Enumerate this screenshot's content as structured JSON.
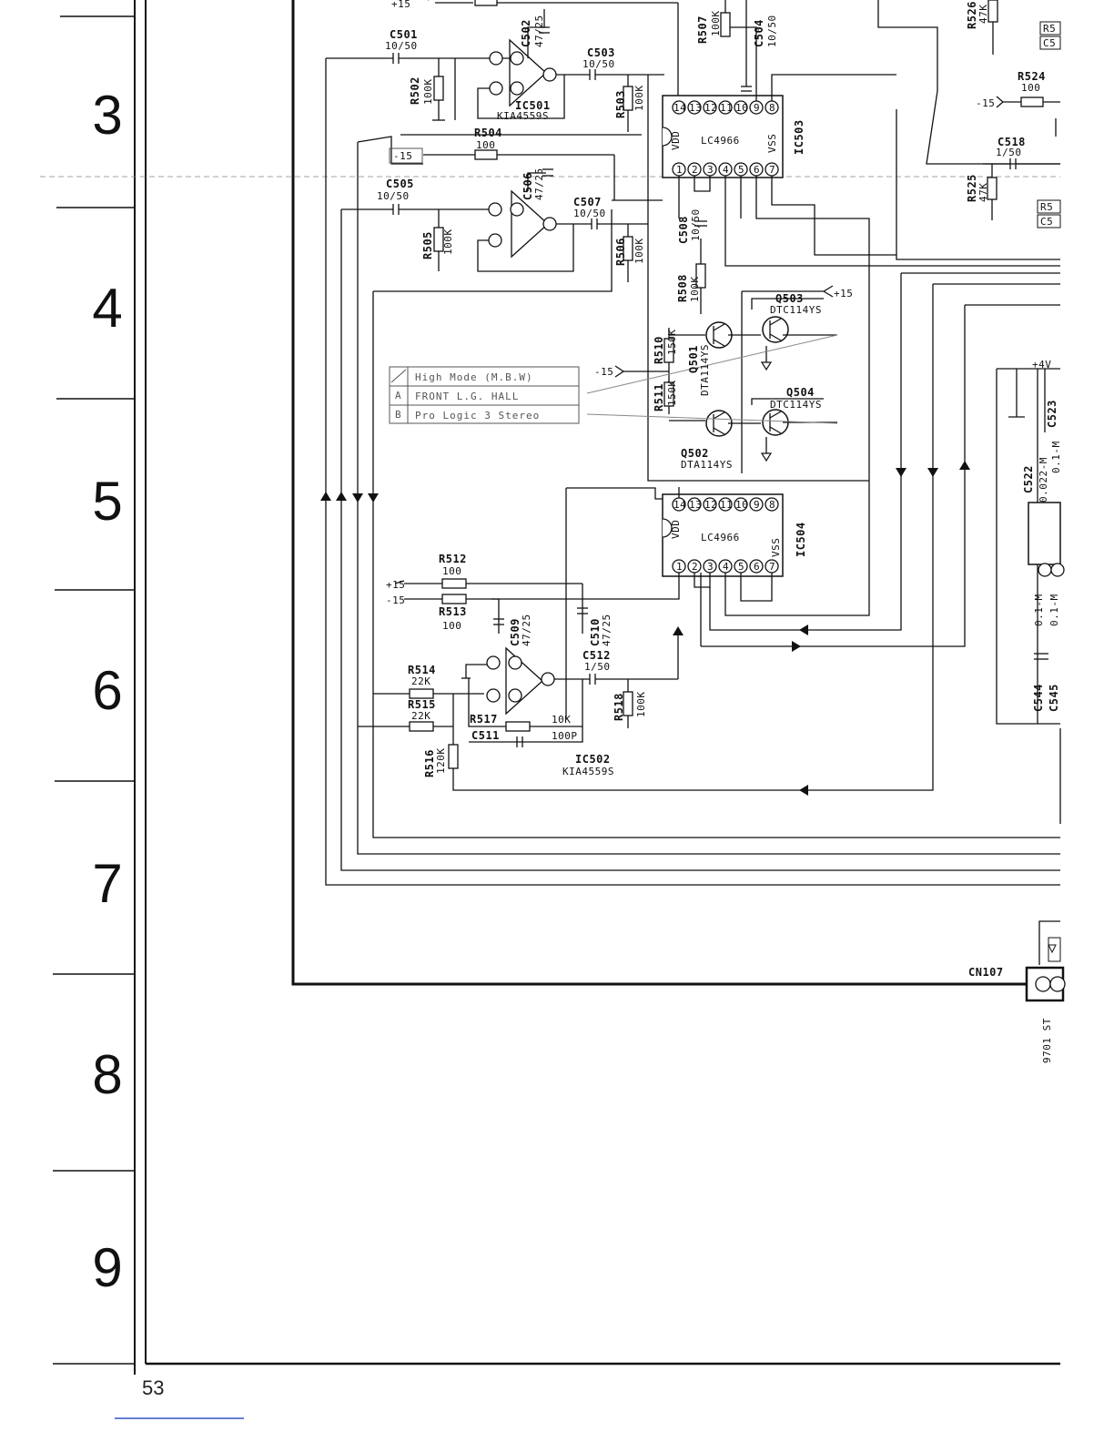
{
  "page_number": "53",
  "row_labels": [
    "3",
    "4",
    "5",
    "6",
    "7",
    "8",
    "9"
  ],
  "components": {
    "C501": {
      "ref": "C501",
      "value": "10/50"
    },
    "C502": {
      "ref": "C502",
      "value": "47/25"
    },
    "C503": {
      "ref": "C503",
      "value": "10/50"
    },
    "C504": {
      "ref": "C504",
      "value": "10/50"
    },
    "C505": {
      "ref": "C505",
      "value": "10/50"
    },
    "C506": {
      "ref": "C506",
      "value": "47/25"
    },
    "C507": {
      "ref": "C507",
      "value": "10/50"
    },
    "C508": {
      "ref": "C508",
      "value": "10/50"
    },
    "C509": {
      "ref": "C509",
      "value": "47/25"
    },
    "C510": {
      "ref": "C510",
      "value": "47/25"
    },
    "C511": {
      "ref": "C511",
      "value": "100P"
    },
    "C512": {
      "ref": "C512",
      "value": "1/50"
    },
    "C518": {
      "ref": "C518",
      "value": "1/50"
    },
    "C522": {
      "ref": "C522",
      "value": "0.022-M"
    },
    "C523": {
      "ref": "C523",
      "value": "0.1-M"
    },
    "C544": {
      "ref": "C544",
      "value": "0.1-M"
    },
    "C545": {
      "ref": "C545",
      "value": "0.1-M"
    },
    "R502": {
      "ref": "R502",
      "value": "100K"
    },
    "R503": {
      "ref": "R503",
      "value": "100K"
    },
    "R504": {
      "ref": "R504",
      "value": "100"
    },
    "R505": {
      "ref": "R505",
      "value": "100K"
    },
    "R506": {
      "ref": "R506",
      "value": "100K"
    },
    "R507": {
      "ref": "R507",
      "value": "100K"
    },
    "R508": {
      "ref": "R508",
      "value": "100K"
    },
    "R510": {
      "ref": "R510",
      "value": "150K"
    },
    "R511": {
      "ref": "R511",
      "value": "150K"
    },
    "R512": {
      "ref": "R512",
      "value": "100"
    },
    "R513": {
      "ref": "R513",
      "value": "100"
    },
    "R514": {
      "ref": "R514",
      "value": "22K"
    },
    "R515": {
      "ref": "R515",
      "value": "22K"
    },
    "R516": {
      "ref": "R516",
      "value": "120K"
    },
    "R517": {
      "ref": "R517",
      "value": "10K"
    },
    "R518": {
      "ref": "R518",
      "value": "100K"
    },
    "R524": {
      "ref": "R524",
      "value": "100"
    },
    "R525": {
      "ref": "R525",
      "value": "47K"
    },
    "R526": {
      "ref": "R526",
      "value": "47K"
    }
  },
  "ics": {
    "IC501": {
      "ref": "IC501",
      "part": "KIA4559S"
    },
    "IC502": {
      "ref": "IC502",
      "part": "KIA4559S"
    },
    "IC503": {
      "ref": "IC503",
      "part": "LC4966",
      "vdd": "VDD",
      "vss": "VSS"
    },
    "IC504": {
      "ref": "IC504",
      "part": "LC4966",
      "vdd": "VDD",
      "vss": "VSS"
    }
  },
  "transistors": {
    "Q501": {
      "ref": "Q501",
      "part": "DTA114YS"
    },
    "Q502": {
      "ref": "Q502",
      "part": "DTA114YS"
    },
    "Q503": {
      "ref": "Q503",
      "part": "DTC114YS"
    },
    "Q504": {
      "ref": "Q504",
      "part": "DTC114YS"
    }
  },
  "rails": {
    "pos15": "+15",
    "neg15": "-15",
    "pos4v": "+4V"
  },
  "connector": {
    "ref": "CN107",
    "cable": "9701 ST"
  },
  "legend": [
    {
      "key": "",
      "text": "High Mode (M.B.W)"
    },
    {
      "key": "A",
      "text": "FRONT L.G. HALL"
    },
    {
      "key": "B",
      "text": "Pro Logic 3 Stereo"
    }
  ],
  "ic_pin_labels_top": [
    "14",
    "13",
    "12",
    "11",
    "10",
    "9",
    "8"
  ],
  "ic_pin_labels_bottom": [
    "1",
    "2",
    "3",
    "4",
    "5",
    "6",
    "7"
  ]
}
